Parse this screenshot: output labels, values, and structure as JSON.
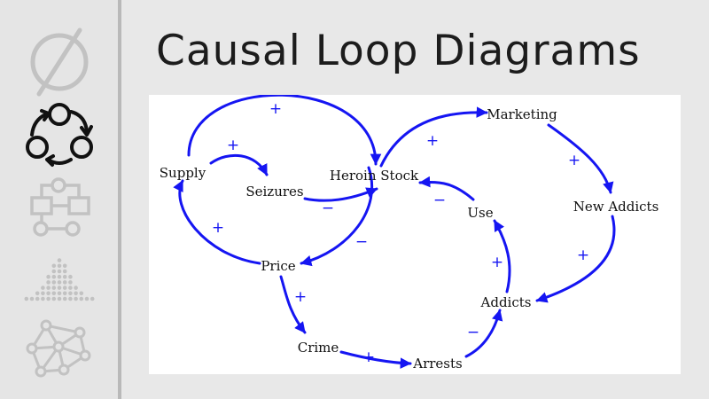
{
  "title": "Causal Loop Diagrams",
  "colors": {
    "accent": "#1515f2",
    "sidebar_active": "#111111",
    "sidebar_inactive": "#c2c2c2"
  },
  "sidebar": {
    "items": [
      {
        "icon": "empty-set-icon",
        "active": false
      },
      {
        "icon": "cycle-loop-icon",
        "active": true
      },
      {
        "icon": "flowchart-icon",
        "active": false
      },
      {
        "icon": "dot-distribution-icon",
        "active": false
      },
      {
        "icon": "network-graph-icon",
        "active": false
      }
    ]
  },
  "diagram": {
    "nodes": {
      "supply": "Supply",
      "seizures": "Seizures",
      "heroin_stock": "Heroin Stock",
      "marketing": "Marketing",
      "new_addicts": "New Addicts",
      "use": "Use",
      "price": "Price",
      "addicts": "Addicts",
      "crime": "Crime",
      "arrests": "Arrests"
    },
    "links": [
      {
        "from": "Supply",
        "to": "Heroin Stock",
        "polarity": "+"
      },
      {
        "from": "Supply",
        "to": "Seizures",
        "polarity": "+"
      },
      {
        "from": "Seizures",
        "to": "Heroin Stock",
        "polarity": "−"
      },
      {
        "from": "Heroin Stock",
        "to": "Marketing",
        "polarity": "+"
      },
      {
        "from": "Marketing",
        "to": "New Addicts",
        "polarity": "+"
      },
      {
        "from": "New Addicts",
        "to": "Addicts",
        "polarity": "+"
      },
      {
        "from": "Addicts",
        "to": "Use",
        "polarity": "+"
      },
      {
        "from": "Use",
        "to": "Heroin Stock",
        "polarity": "−"
      },
      {
        "from": "Heroin Stock",
        "to": "Price",
        "polarity": "−"
      },
      {
        "from": "Price",
        "to": "Supply",
        "polarity": "+"
      },
      {
        "from": "Price",
        "to": "Crime",
        "polarity": "+"
      },
      {
        "from": "Crime",
        "to": "Arrests",
        "polarity": "+"
      },
      {
        "from": "Arrests",
        "to": "Addicts",
        "polarity": "−"
      }
    ]
  }
}
